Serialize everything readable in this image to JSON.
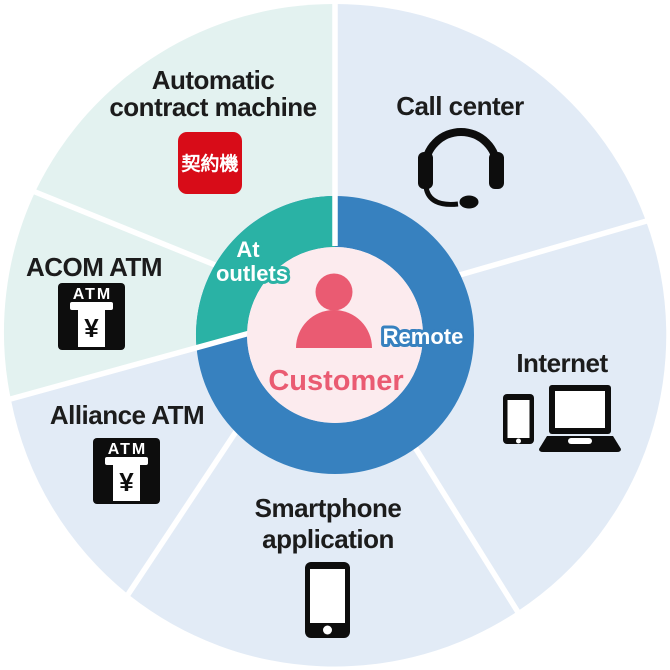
{
  "colors": {
    "sector_mint": "#e3f2f0",
    "sector_blue": "#e2ebf6",
    "ring_teal": "#2ab2a5",
    "ring_blue": "#3781bf",
    "center_pink": "#fcebee",
    "accent_pink": "#ea5b72",
    "label_dark": "#1c1c1c",
    "icon_black": "#0d0d0d",
    "contract_red": "#d80c18",
    "divider_white": "#ffffff"
  },
  "center": {
    "label": "Customer"
  },
  "ring": {
    "at_outlets": {
      "line1": "At",
      "line2": "outlets"
    },
    "remote": "Remote"
  },
  "channels": {
    "automatic_contract_machine": {
      "label_line1": "Automatic",
      "label_line2": "contract machine",
      "icon_text": "契約機"
    },
    "call_center": {
      "label": "Call center"
    },
    "internet": {
      "label": "Internet"
    },
    "smartphone_application": {
      "label_line1": "Smartphone",
      "label_line2": "application"
    },
    "alliance_atm": {
      "label": "Alliance ATM"
    },
    "acom_atm": {
      "label": "ACOM ATM"
    }
  },
  "atm_icon": {
    "header": "ATM",
    "currency_symbol": "¥"
  }
}
